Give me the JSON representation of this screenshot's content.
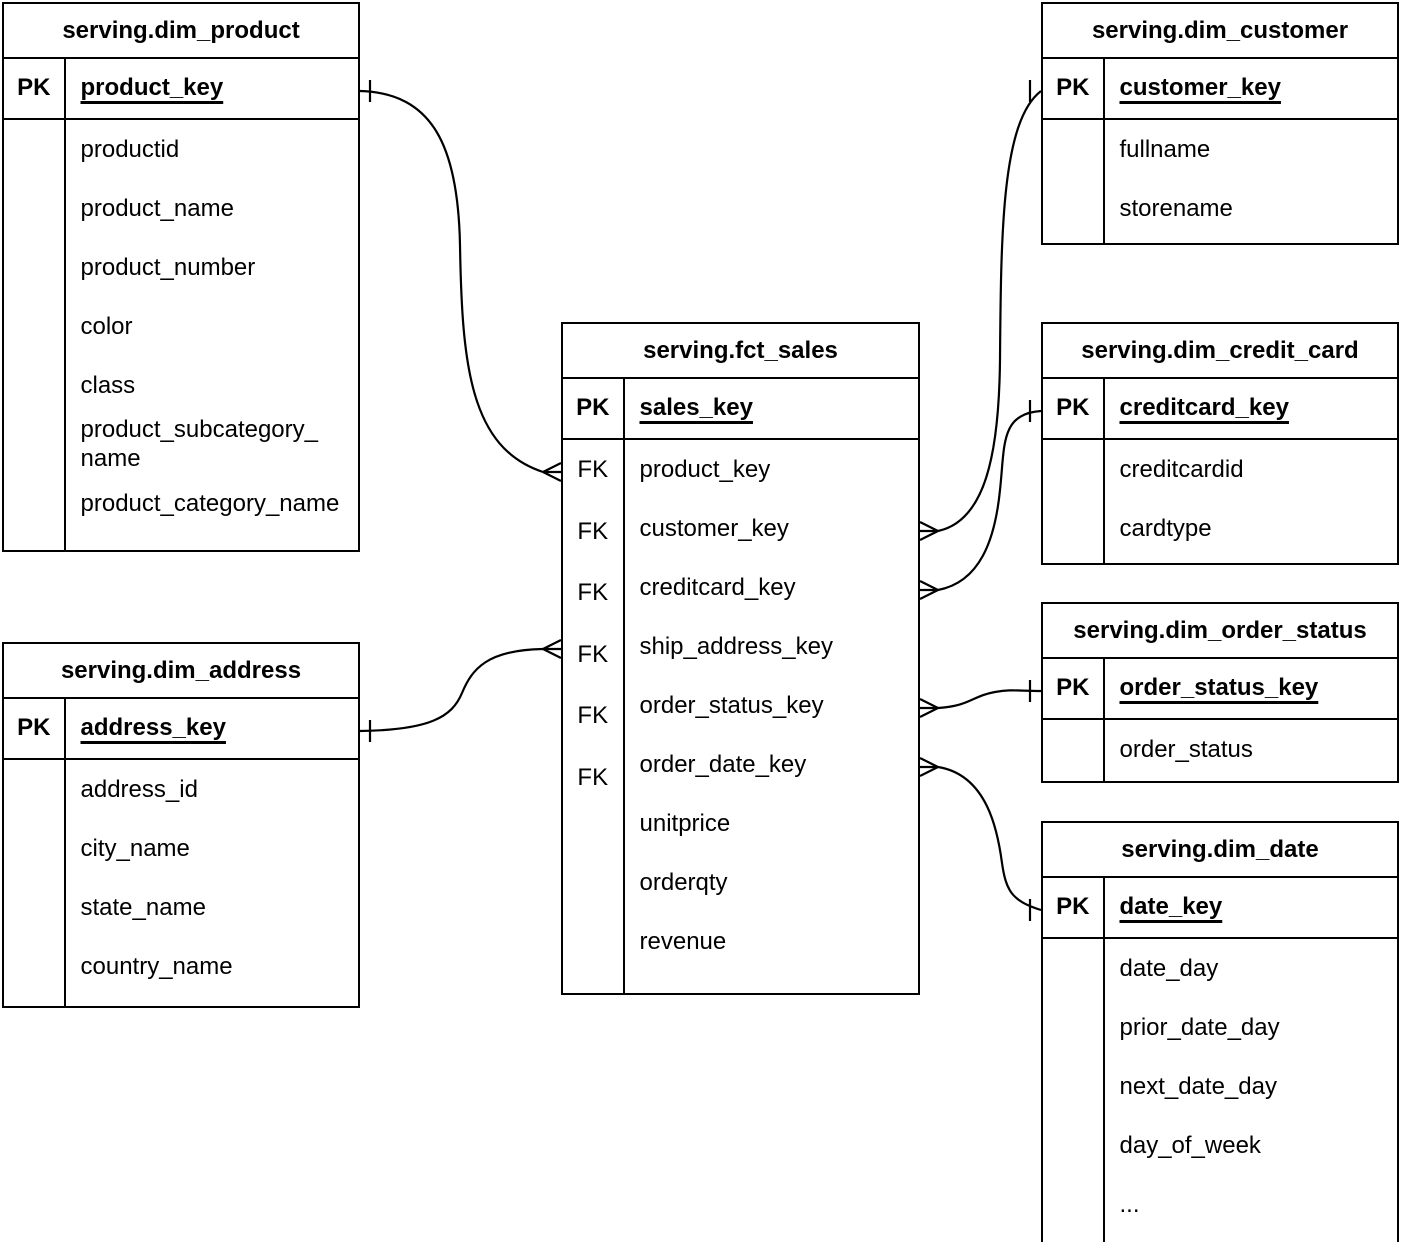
{
  "diagram": {
    "background_color": "#ffffff",
    "line_color": "#000000",
    "text_color": "#000000",
    "tables": [
      {
        "id": "dim_product",
        "title": "serving.dim_product",
        "pk": {
          "badge": "PK",
          "field": "product_key"
        },
        "fields": [
          {
            "badge": "",
            "name": "productid"
          },
          {
            "badge": "",
            "name": "product_name"
          },
          {
            "badge": "",
            "name": "product_number"
          },
          {
            "badge": "",
            "name": "color"
          },
          {
            "badge": "",
            "name": "class"
          },
          {
            "badge": "",
            "name": "product_subcategory_\nname"
          },
          {
            "badge": "",
            "name": "product_category_name"
          }
        ]
      },
      {
        "id": "dim_address",
        "title": "serving.dim_address",
        "pk": {
          "badge": "PK",
          "field": "address_key"
        },
        "fields": [
          {
            "badge": "",
            "name": "address_id"
          },
          {
            "badge": "",
            "name": "city_name"
          },
          {
            "badge": "",
            "name": "state_name"
          },
          {
            "badge": "",
            "name": "country_name"
          }
        ]
      },
      {
        "id": "fct_sales",
        "title": "serving.fct_sales",
        "pk": {
          "badge": "PK",
          "field": "sales_key"
        },
        "fields": [
          {
            "badge": "FK",
            "name": "product_key"
          },
          {
            "badge": "FK",
            "name": "customer_key"
          },
          {
            "badge": "FK",
            "name": "creditcard_key"
          },
          {
            "badge": "FK",
            "name": "ship_address_key"
          },
          {
            "badge": "FK",
            "name": "order_status_key"
          },
          {
            "badge": "FK",
            "name": "order_date_key"
          },
          {
            "badge": "",
            "name": "unitprice"
          },
          {
            "badge": "",
            "name": "orderqty"
          },
          {
            "badge": "",
            "name": "revenue"
          }
        ]
      },
      {
        "id": "dim_customer",
        "title": "serving.dim_customer",
        "pk": {
          "badge": "PK",
          "field": "customer_key"
        },
        "fields": [
          {
            "badge": "",
            "name": "fullname"
          },
          {
            "badge": "",
            "name": "storename"
          }
        ]
      },
      {
        "id": "dim_credit_card",
        "title": "serving.dim_credit_card",
        "pk": {
          "badge": "PK",
          "field": "creditcard_key"
        },
        "fields": [
          {
            "badge": "",
            "name": "creditcardid"
          },
          {
            "badge": "",
            "name": "cardtype"
          }
        ]
      },
      {
        "id": "dim_order_status",
        "title": "serving.dim_order_status",
        "pk": {
          "badge": "PK",
          "field": "order_status_key"
        },
        "fields": [
          {
            "badge": "",
            "name": "order_status"
          }
        ]
      },
      {
        "id": "dim_date",
        "title": "serving.dim_date",
        "pk": {
          "badge": "PK",
          "field": "date_key"
        },
        "fields": [
          {
            "badge": "",
            "name": "date_day"
          },
          {
            "badge": "",
            "name": "prior_date_day"
          },
          {
            "badge": "",
            "name": "next_date_day"
          },
          {
            "badge": "",
            "name": "day_of_week"
          },
          {
            "badge": "",
            "name": "..."
          }
        ]
      }
    ],
    "relationships": [
      {
        "one": "serving.dim_product.product_key",
        "many": "serving.fct_sales.product_key"
      },
      {
        "one": "serving.dim_address.address_key",
        "many": "serving.fct_sales.ship_address_key"
      },
      {
        "one": "serving.dim_customer.customer_key",
        "many": "serving.fct_sales.customer_key"
      },
      {
        "one": "serving.dim_credit_card.creditcard_key",
        "many": "serving.fct_sales.creditcard_key"
      },
      {
        "one": "serving.dim_order_status.order_status_key",
        "many": "serving.fct_sales.order_status_key"
      },
      {
        "one": "serving.dim_date.date_key",
        "many": "serving.fct_sales.order_date_key"
      }
    ]
  }
}
